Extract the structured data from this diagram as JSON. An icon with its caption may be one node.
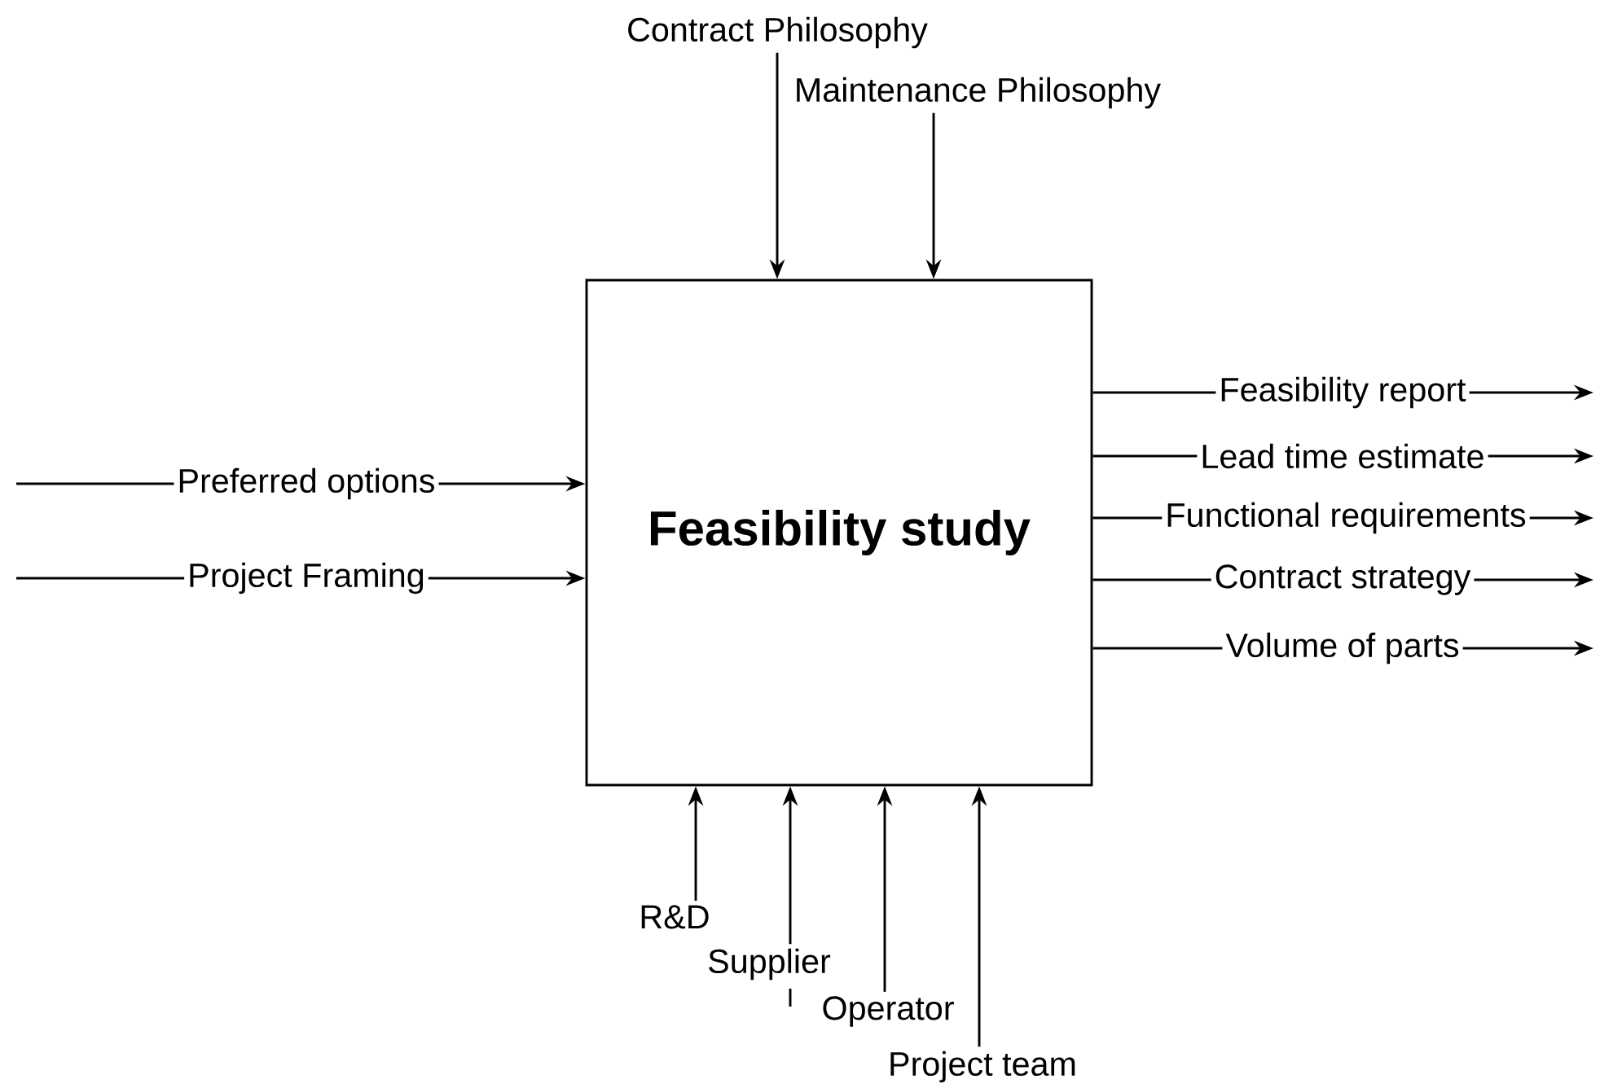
{
  "diagram": {
    "nodes": [
      {
        "text": [
          "Feasibility study"
        ]
      },
      {
        "text": [
          "Contract Philosophy"
        ]
      },
      {
        "text": [
          "Maintenance Philosophy"
        ]
      },
      {
        "text": [
          "R&D"
        ]
      },
      {
        "text": [
          "Supplier"
        ]
      },
      {
        "text": [
          "Operator"
        ]
      },
      {
        "text": [
          "Project team"
        ]
      }
    ],
    "edges": [
      {
        "from": null,
        "to": 0,
        "arrow": "to",
        "label": "Preferred options"
      },
      {
        "from": null,
        "to": 0,
        "arrow": "to",
        "label": "Project Framing"
      },
      {
        "from": 1,
        "to": 0,
        "arrow": "to"
      },
      {
        "from": 2,
        "to": 0,
        "arrow": "to"
      },
      {
        "from": 0,
        "to": null,
        "arrow": "to",
        "label": "Feasibility report"
      },
      {
        "from": 0,
        "to": null,
        "arrow": "to",
        "label": "Lead time estimate"
      },
      {
        "from": 0,
        "to": null,
        "arrow": "to",
        "label": "Functional requirements"
      },
      {
        "from": 0,
        "to": null,
        "arrow": "to",
        "label": "Contract strategy"
      },
      {
        "from": 0,
        "to": null,
        "arrow": "to",
        "label": "Volume of parts"
      },
      {
        "from": 3,
        "to": 0,
        "arrow": "to"
      },
      {
        "from": 4,
        "to": 0,
        "arrow": "to"
      },
      {
        "from": 5,
        "to": 0,
        "arrow": "to"
      },
      {
        "from": 6,
        "to": 0,
        "arrow": "to"
      }
    ]
  }
}
